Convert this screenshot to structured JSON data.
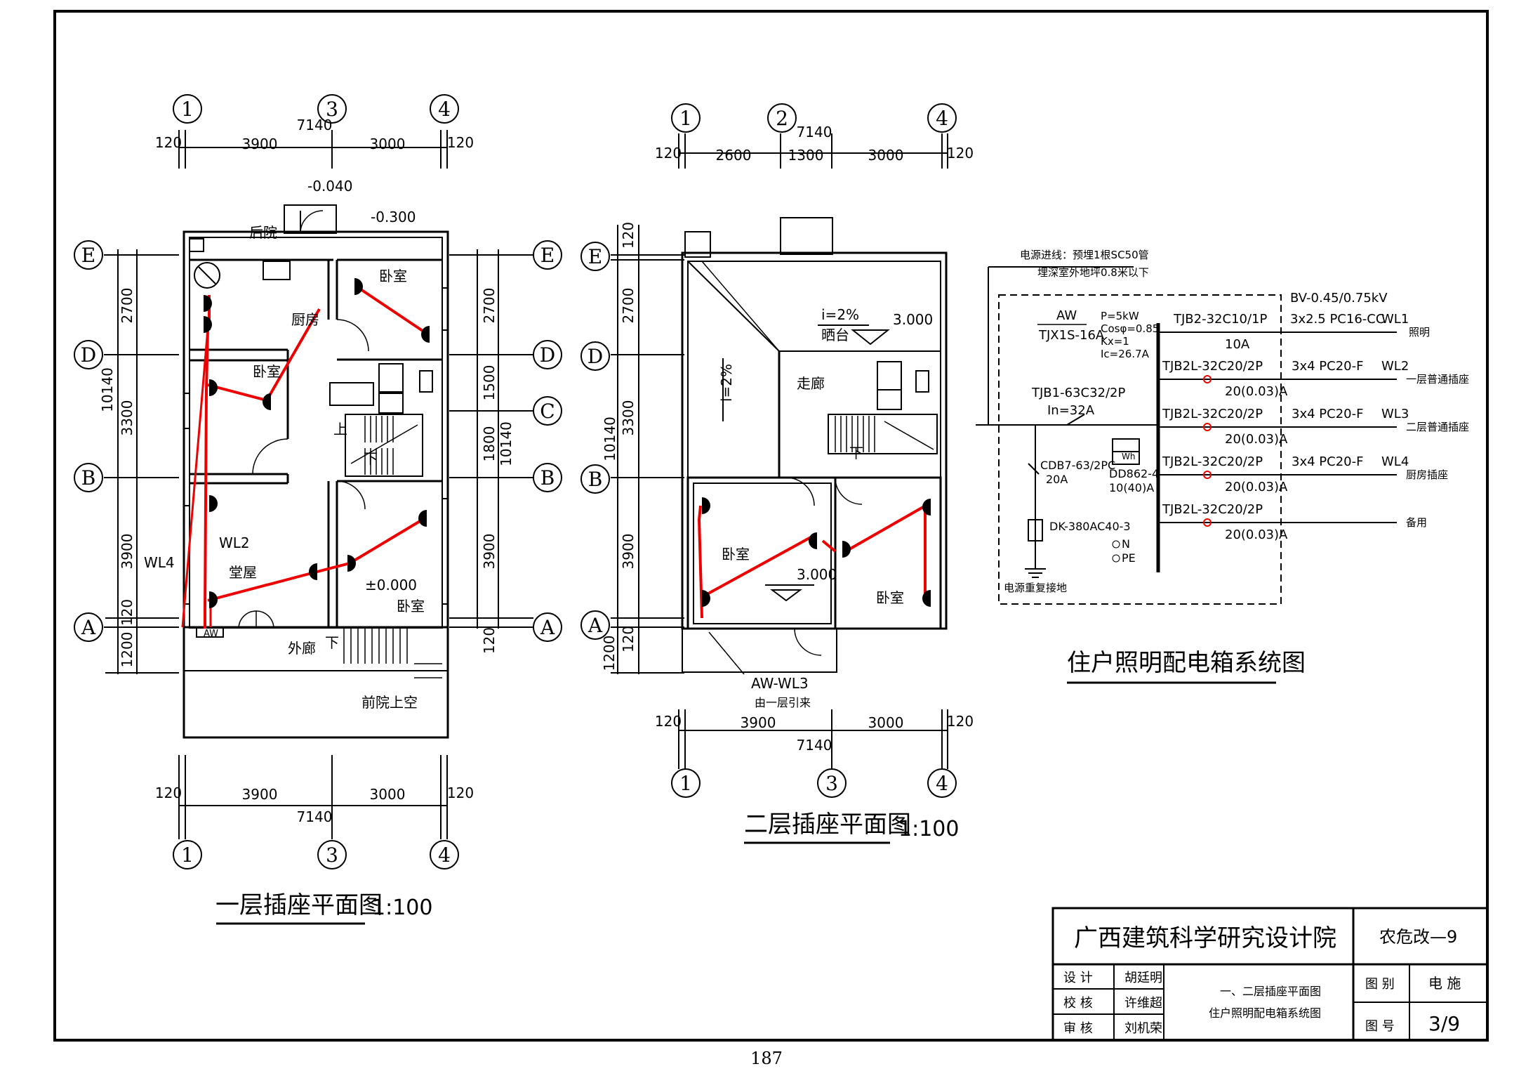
{
  "plan1": {
    "title": "一层插座平面图",
    "scale": "1:100",
    "dims_top": {
      "total": "7140",
      "left_edge": "120",
      "right_edge": "120",
      "seg1": "3900",
      "seg2": "3000"
    },
    "dims_bottom": {
      "total": "7140",
      "left_edge": "120",
      "right_edge": "120",
      "seg1": "3900",
      "seg2": "3000"
    },
    "grid_cols": [
      "1",
      "3",
      "4"
    ],
    "grid_rows": [
      "E",
      "D",
      "B",
      "A"
    ],
    "grid_rows_right": [
      "E",
      "D",
      "C",
      "B",
      "A"
    ],
    "left_dims": [
      "2700",
      "3300",
      "3900",
      "120",
      "1200"
    ],
    "left_total": "10140",
    "right_dims": [
      "2700",
      "1500",
      "1800",
      "3900",
      "120"
    ],
    "right_total": "10140",
    "levels": {
      "back_top": "-0.040",
      "back_right": "-0.300",
      "floor": "±0.000"
    },
    "rooms": {
      "backyard": "后院",
      "kitchen": "厨房",
      "bedroom_ne": "卧室",
      "bedroom_w": "卧室",
      "hall": "堂屋",
      "bedroom_se": "卧室",
      "corridor": "外廊",
      "front_void": "前院上空",
      "stair_up": "上",
      "stair_down": "下",
      "corridor_down": "下"
    },
    "circuits": {
      "wl2": "WL2",
      "wl4": "WL4",
      "box": "AW"
    }
  },
  "plan2": {
    "title": "二层插座平面图",
    "scale": "1:100",
    "dims_top": {
      "total": "7140",
      "left_edge": "120",
      "right_edge": "120",
      "seg1": "2600",
      "seg2": "1300",
      "seg3": "3000"
    },
    "dims_bottom": {
      "total": "7140",
      "left_edge": "120",
      "right_edge": "120",
      "seg1": "3900",
      "seg2": "3000"
    },
    "grid_cols_top": [
      "1",
      "2",
      "4"
    ],
    "grid_cols_bottom": [
      "1",
      "3",
      "4"
    ],
    "grid_rows": [
      "E",
      "D",
      "B",
      "A"
    ],
    "left_dims": [
      "120",
      "2700",
      "3300",
      "3900",
      "120",
      "1200"
    ],
    "left_total": "10140",
    "terrace": {
      "slope": "i=2%",
      "name": "晒台",
      "level": "3.000",
      "roof_slope": "i=2%"
    },
    "rooms": {
      "corridor": "走廊",
      "bedroom_w": "卧室",
      "bedroom_e": "卧室",
      "stair_down": "下"
    },
    "floor_level": "3.000",
    "feed": {
      "label": "AW-WL3",
      "note": "由一层引来"
    }
  },
  "system": {
    "title": "住户照明配电箱系统图",
    "supply_line1": "电源进线：预埋1根SC50管",
    "supply_line2": "埋深室外地坪0.8米以下",
    "cable_spec": "BV-0.45/0.75kV",
    "panel_name": "AW",
    "panel_model": "TJX1S-16A",
    "panel_params": [
      "P=5kW",
      "Cosφ=0.85",
      "Kx=1",
      "Ic=26.7A"
    ],
    "main_switch": "TJB1-63C32/2P",
    "main_in": "In=32A",
    "spd_model": "CDB7-63/2PC",
    "spd_rating": "20A",
    "meter_model": "DD862-4",
    "meter_rating": "10(40)A",
    "meter_symbol": "Wh",
    "arrester": "DK-380AC40-3",
    "terminal_n": "N",
    "terminal_pe": "PE",
    "ground": "电源重复接地",
    "branches": [
      {
        "breaker": "TJB2-32C10/1P",
        "rating": "10A",
        "cable": "3x2.5  PC16-CC",
        "circuit": "WL1",
        "use": "照明"
      },
      {
        "breaker": "TJB2L-32C20/2P",
        "rating": "20(0.03)A",
        "cable": "3x4   PC20-F",
        "circuit": "WL2",
        "use": "一层普通插座"
      },
      {
        "breaker": "TJB2L-32C20/2P",
        "rating": "20(0.03)A",
        "cable": "3x4   PC20-F",
        "circuit": "WL3",
        "use": "二层普通插座"
      },
      {
        "breaker": "TJB2L-32C20/2P",
        "rating": "20(0.03)A",
        "cable": "3x4   PC20-F",
        "circuit": "WL4",
        "use": "厨房插座"
      },
      {
        "breaker": "TJB2L-32C20/2P",
        "rating": "20(0.03)A",
        "cable": "",
        "circuit": "",
        "use": "备用"
      }
    ]
  },
  "title_block": {
    "institute": "广西建筑科学研究设计院",
    "project": "农危改—9",
    "rows": [
      {
        "role": "设  计",
        "name": "胡廷明"
      },
      {
        "role": "校  核",
        "name": "许维超"
      },
      {
        "role": "审  核",
        "name": "刘机荣"
      }
    ],
    "drawing_title_1": "一、二层插座平面图",
    "drawing_title_2": "住户照明配电箱系统图",
    "category_label": "图  别",
    "category_value": "电  施",
    "number_label": "图  号",
    "number_value": "3/9"
  },
  "page_number": "187"
}
